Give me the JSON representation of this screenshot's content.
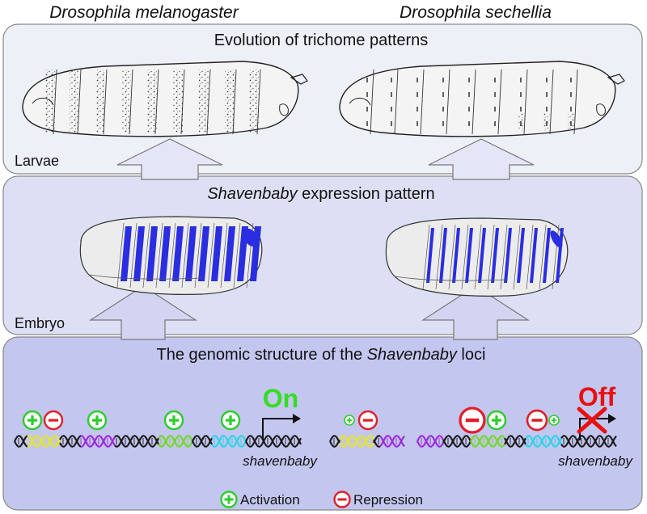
{
  "species": {
    "left": "Drosophila melanogaster",
    "right": "Drosophila sechellia"
  },
  "panels": {
    "top": {
      "title": "Evolution of trichome patterns",
      "stage_label": "Larvae"
    },
    "middle": {
      "title_italic": "Shavenbaby",
      "title_rest": " expression pattern",
      "stage_label": "Embryo"
    },
    "bottom": {
      "title_prefix": "The genomic structure of the ",
      "title_italic": "Shavenbaby",
      "title_suffix": " loci"
    }
  },
  "loci": {
    "left": {
      "state": "On",
      "gene_label": "shavenbaby"
    },
    "right": {
      "state": "Off",
      "gene_label": "shavenbaby"
    }
  },
  "legend": {
    "activation": "Activation",
    "repression": "Repression"
  },
  "colors": {
    "panel_top": "#eef0f8",
    "panel_mid": "#dde0f4",
    "panel_bot": "#c3c6ee",
    "expression_blue": "#2a2de0",
    "activation_green": "#2ecc2e",
    "repression_red": "#e0202a",
    "on_green": "#33dd22",
    "off_red": "#e81010"
  }
}
